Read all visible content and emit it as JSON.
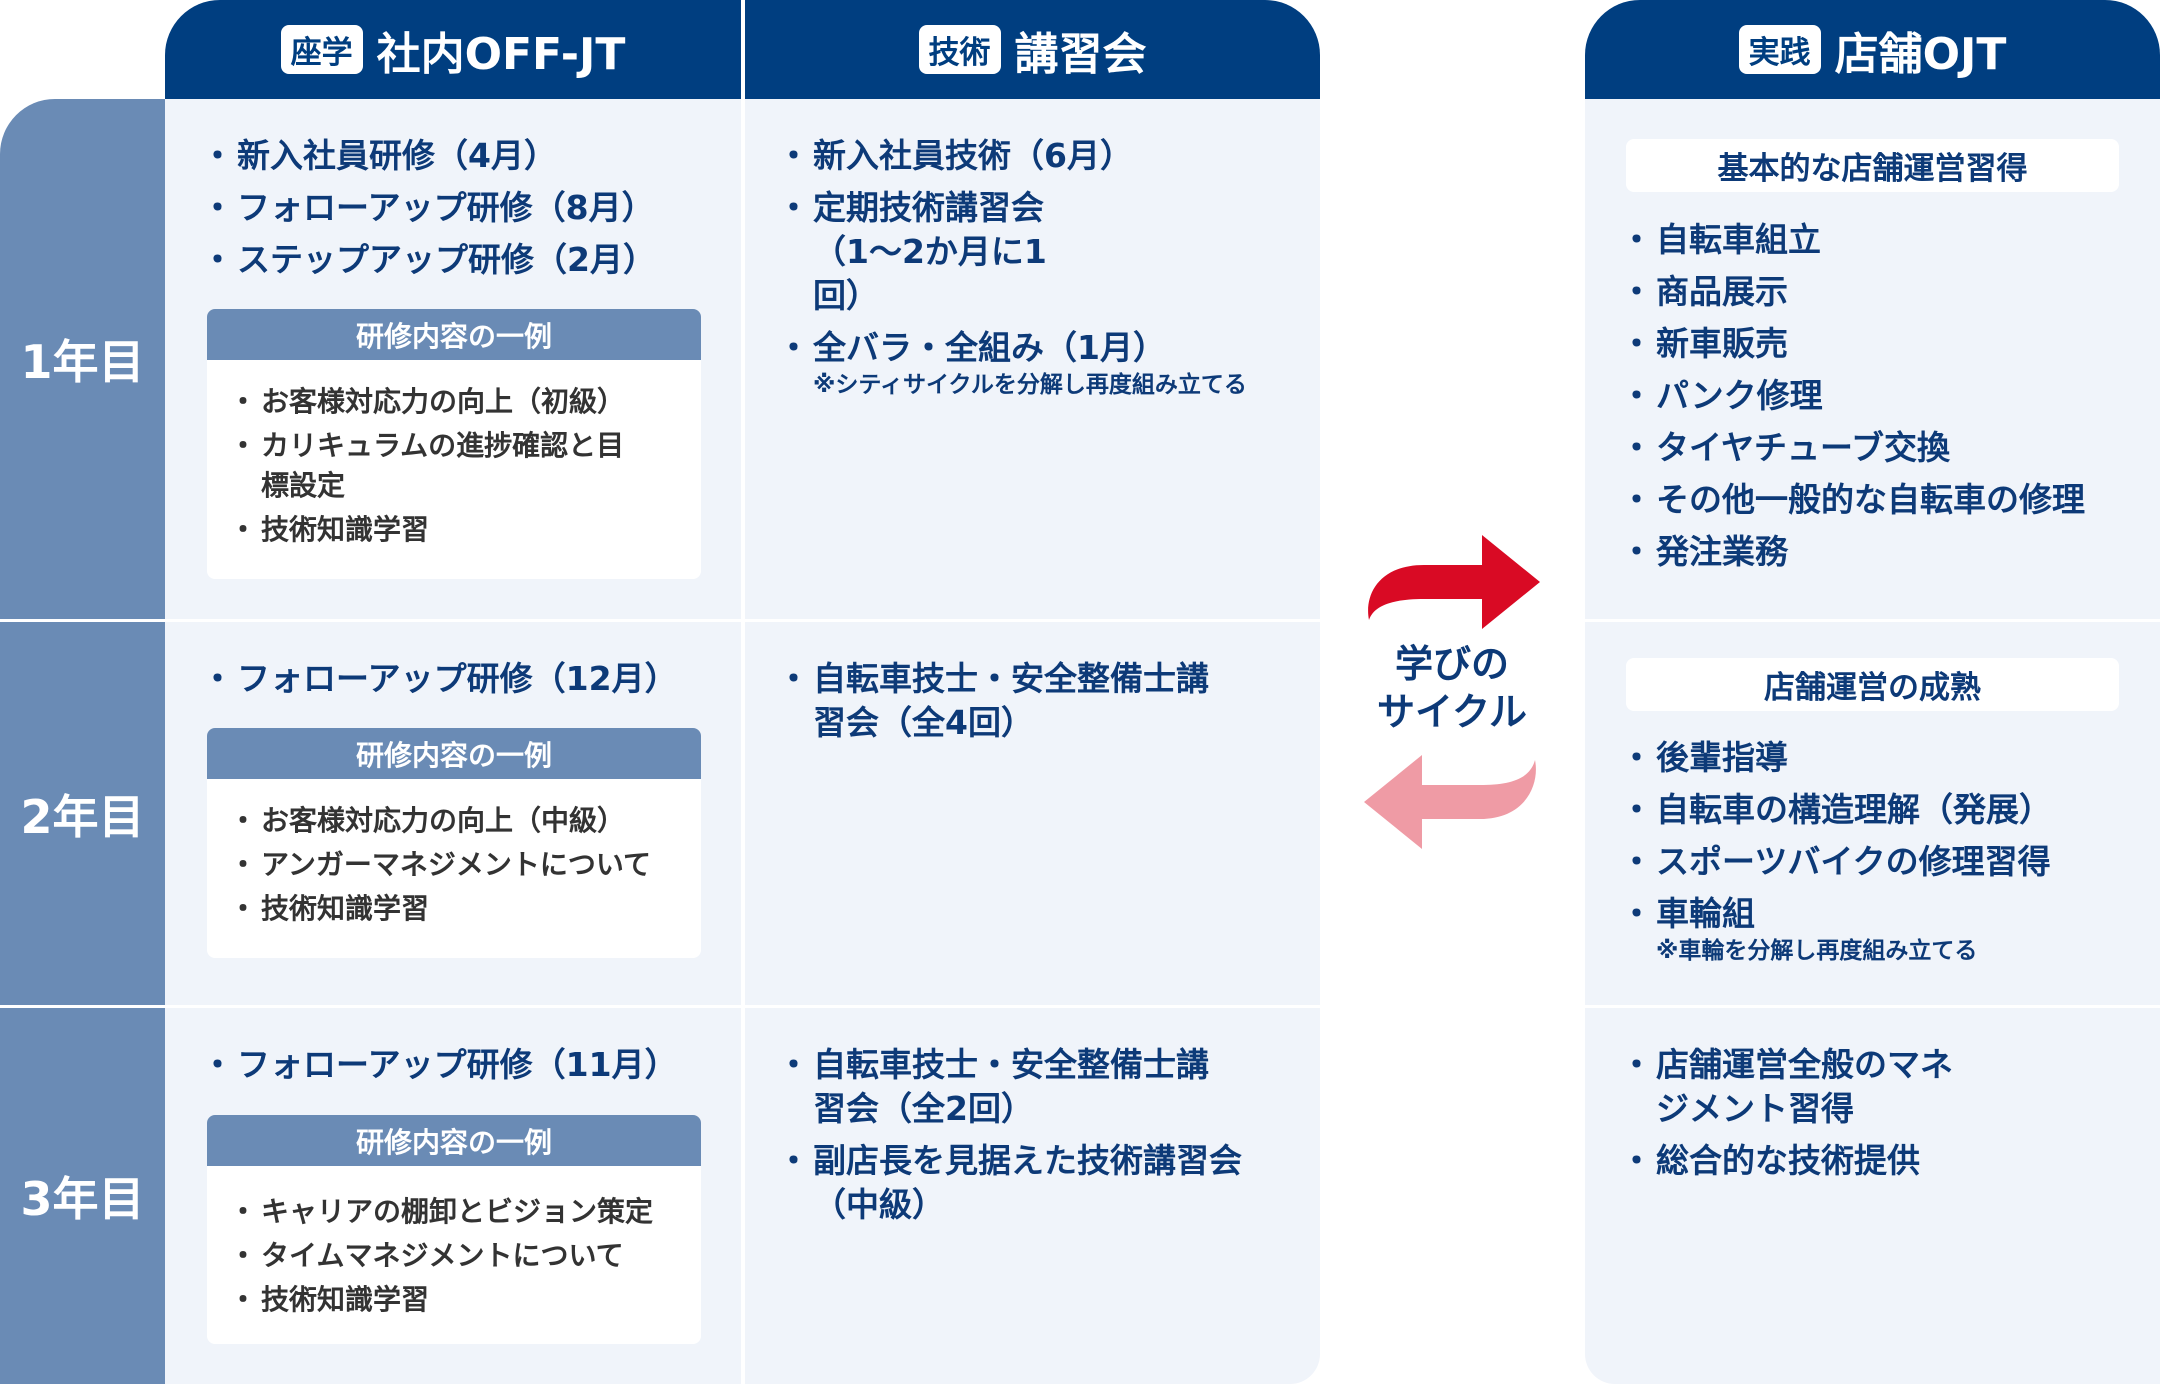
{
  "headers": [
    {
      "tag": "座学",
      "title": "社内OFF-JT"
    },
    {
      "tag": "技術",
      "title": "講習会"
    },
    {
      "tag": "実践",
      "title": "店舗OJT"
    }
  ],
  "years": [
    "1年目",
    "2年目",
    "3年目"
  ],
  "offjt": [
    {
      "items": [
        "新入社員研修（4月）",
        "フォローアップ研修（8月）",
        "ステップアップ研修（2月）"
      ],
      "box_title": "研修内容の一例",
      "box_items": [
        "お客様対応力の向上（初級）",
        "カリキュラムの進捗確認と目標設定",
        "技術知識学習"
      ]
    },
    {
      "items": [
        "フォローアップ研修（12月）"
      ],
      "box_title": "研修内容の一例",
      "box_items": [
        "お客様対応力の向上（中級）",
        "アンガーマネジメントについて",
        "技術知識学習"
      ]
    },
    {
      "items": [
        "フォローアップ研修（11月）"
      ],
      "box_title": "研修内容の一例",
      "box_items": [
        "キャリアの棚卸とビジョン策定",
        "タイムマネジメントについて",
        "技術知識学習"
      ]
    }
  ],
  "seminar": [
    {
      "items": [
        "新入社員技術（6月）",
        "定期技術講習会（1〜2か月に1回）",
        "全バラ・全組み（1月）"
      ],
      "note": "※シティサイクルを分解し再度組み立てる"
    },
    {
      "items": [
        "自転車技士・安全整備士講習会（全4回）"
      ]
    },
    {
      "items": [
        "自転車技士・安全整備士講習会（全2回）",
        "副店長を見据えた技術講習会（中級）"
      ]
    }
  ],
  "ojt": [
    {
      "title": "基本的な店舗運営習得",
      "items": [
        "自転車組立",
        "商品展示",
        "新車販売",
        "パンク修理",
        "タイヤチューブ交換",
        "その他一般的な自転車の修理",
        "発注業務"
      ]
    },
    {
      "title": "店舗運営の成熟",
      "items": [
        "後輩指導",
        "自転車の構造理解（発展）",
        "スポーツバイクの修理習得",
        "車輪組"
      ],
      "note": "※車輪を分解し再度組み立てる"
    },
    {
      "items": [
        "店舗運営全般のマネジメント習得",
        "総合的な技術提供"
      ]
    }
  ],
  "cycle": {
    "line1": "学びの",
    "line2": "サイクル"
  },
  "colors": {
    "header": "#003e80",
    "year": "#6a8bb5",
    "cell": "#f0f4fa",
    "arrow_forward": "#d90a24",
    "arrow_back": "#ef9ba5"
  }
}
